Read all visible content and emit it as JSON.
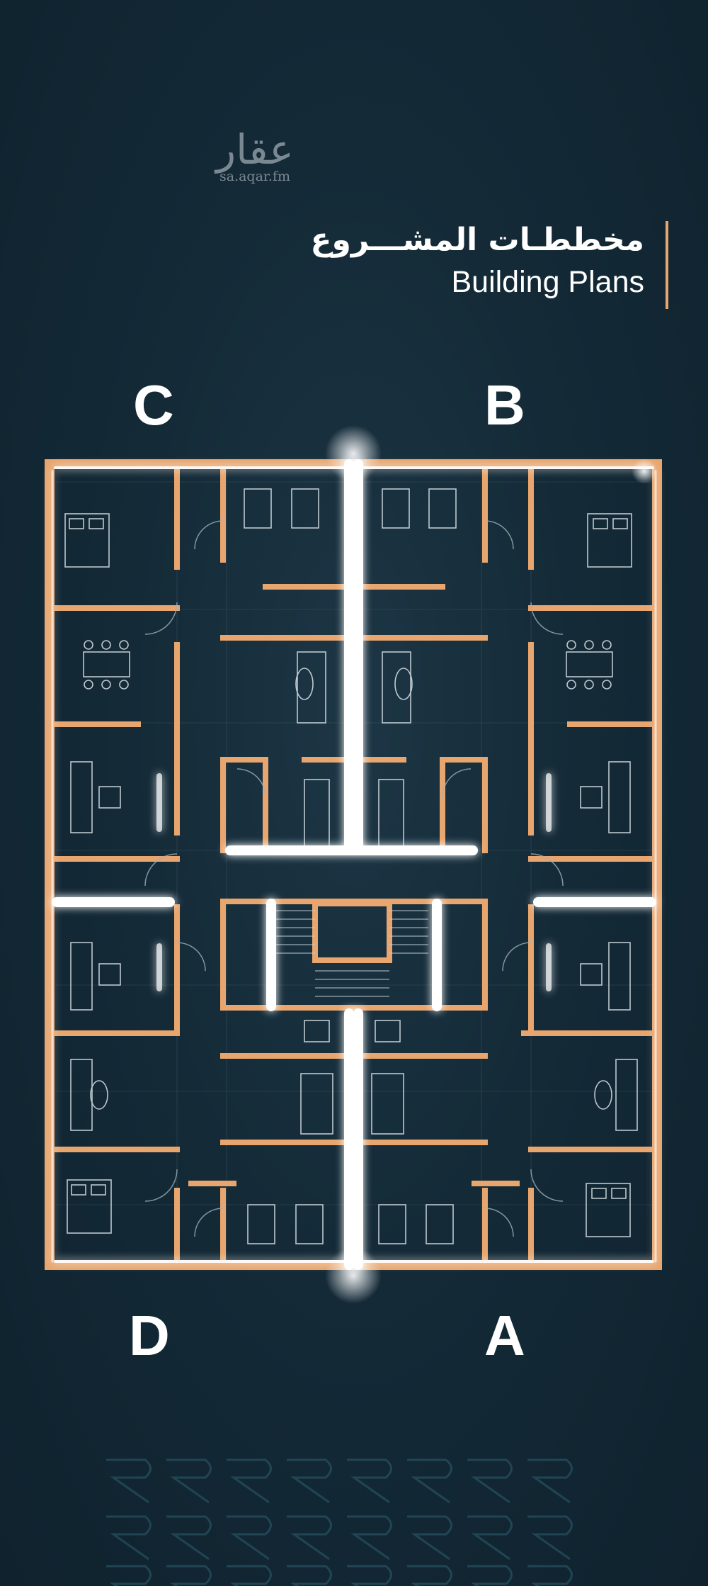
{
  "watermark": {
    "brand": "عقار",
    "url": "sa.aqar.fm"
  },
  "heading": {
    "title_ar": "مخططـات المشـــروع",
    "title_en": "Building Plans"
  },
  "units": {
    "top_left": "C",
    "top_right": "B",
    "bottom_left": "D",
    "bottom_right": "A"
  },
  "colors": {
    "background": "#142a37",
    "wall": "#e8a56d",
    "glow": "#ffffff",
    "furniture": "#dbe3e8"
  }
}
